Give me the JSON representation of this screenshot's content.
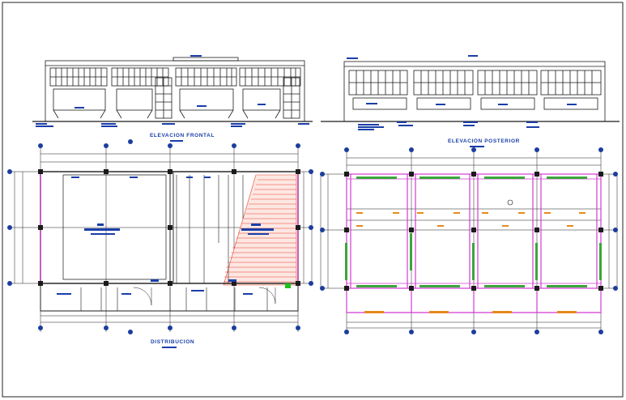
{
  "drawing": {
    "titles": {
      "front_elevation": "ELEVACION FRONTAL",
      "rear_elevation": "ELEVACION POSTERIOR",
      "floor_plan": "DISTRIBUCION"
    }
  },
  "colors": {
    "linework": "#1b1b1b",
    "annotation_blue": "#1a3ea8",
    "column_magenta": "#d23bd2",
    "hatch_red": "#e8402a",
    "beam_label_green": "#3aa63a",
    "beam_label_orange": "#e58a1b",
    "door_green": "#19c419"
  }
}
